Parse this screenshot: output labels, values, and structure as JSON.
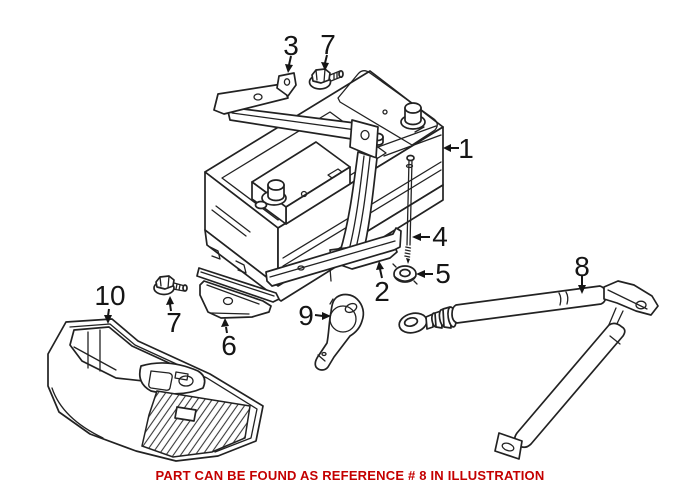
{
  "note": {
    "text": "PART CAN BE FOUND AS REFERENCE # 8 IN ILLUSTRATION",
    "color": "#c40000"
  },
  "illustration": {
    "description": "Exploded parts diagram of a vehicle battery with hold-down hardware and trunk storage tray",
    "callouts": [
      {
        "label": "1",
        "part": "battery"
      },
      {
        "label": "2",
        "part": "battery mounting rail"
      },
      {
        "label": "3",
        "part": "retaining bracket flange"
      },
      {
        "label": "4",
        "part": "hold-down rod"
      },
      {
        "label": "5",
        "part": "rod nut"
      },
      {
        "label": "6",
        "part": "hold-down bracket"
      },
      {
        "label": "7",
        "part": "hex bolt upper"
      },
      {
        "label": "7",
        "part": "hex bolt lower"
      },
      {
        "label": "8",
        "part": "hold-down strut assembly"
      },
      {
        "label": "9",
        "part": "support bracket"
      },
      {
        "label": "10",
        "part": "storage tray"
      }
    ]
  },
  "colors": {
    "line": "#222222",
    "label": "#151515",
    "note_red": "#c40000",
    "background": "#ffffff"
  }
}
